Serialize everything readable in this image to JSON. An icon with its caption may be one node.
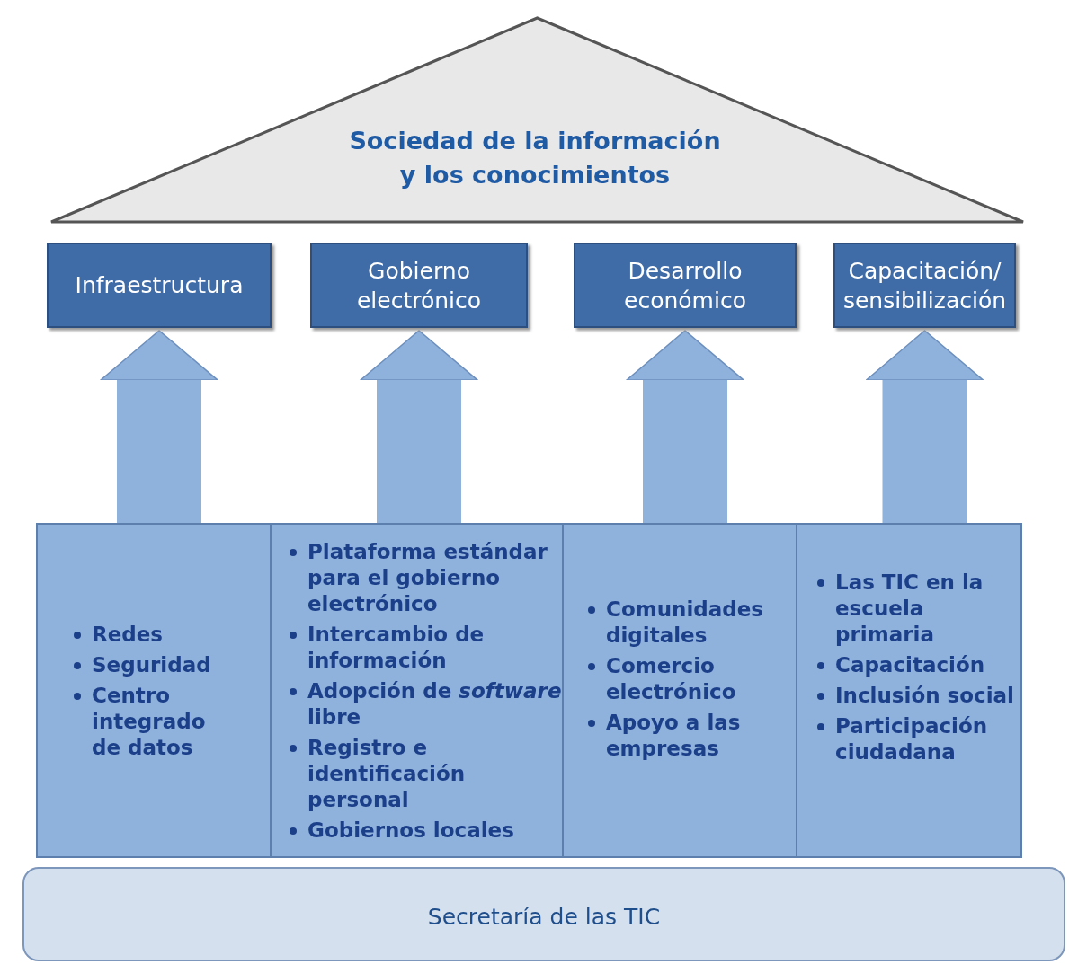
{
  "diagram": {
    "nodes": [
      {
        "text": [
          "Sociedad de la información y los conocimientos"
        ]
      },
      {
        "text": [
          "Infraestructura"
        ]
      },
      {
        "text": [
          "Gobierno electrónico"
        ]
      },
      {
        "text": [
          "Desarrollo económico"
        ]
      },
      {
        "text": [
          "Capacitación/ sensibilización"
        ]
      },
      {
        "text": [
          "Redes",
          "Seguridad",
          "Centro integrado de datos"
        ]
      },
      {
        "text": [
          "Plataforma estándar para el gobierno electrónico",
          "Intercambio de información",
          "Adopción de *software* libre",
          "Registro e **identificación** personal",
          "Gobiernos locales"
        ]
      },
      {
        "text": [
          "Comunidades digitales",
          "Comercio electrónico",
          "Apoyo a las empresas"
        ]
      },
      {
        "text": [
          "Las TIC en la escuela primaria",
          "Capacitación",
          "Inclusión social",
          "Participación ciudadana"
        ]
      },
      {
        "text": [
          "Secretaría de las TIC"
        ]
      }
    ],
    "edges": [
      {
        "from": 5,
        "to": 1,
        "arrow": "to"
      },
      {
        "from": 6,
        "to": 2,
        "arrow": "to"
      },
      {
        "from": 7,
        "to": 3,
        "arrow": "to"
      },
      {
        "from": 8,
        "to": 4,
        "arrow": "to"
      }
    ]
  }
}
